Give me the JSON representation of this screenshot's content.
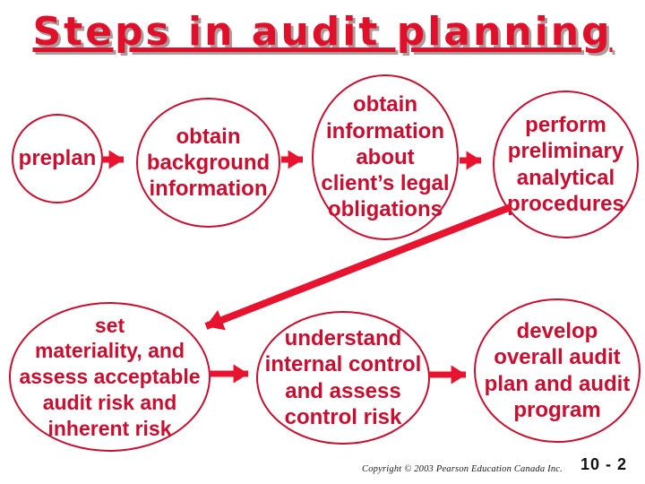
{
  "slide": {
    "title": "Steps in audit planning",
    "nodes": [
      {
        "id": "preplan",
        "label": "preplan"
      },
      {
        "id": "obtain-background",
        "label": "obtain\nbackground\ninformation"
      },
      {
        "id": "obtain-legal",
        "label": "obtain\ninformation\nabout\nclient’s legal\nobligations"
      },
      {
        "id": "perform-analytical",
        "label": "perform\npreliminary\nanalytical\nprocedures"
      },
      {
        "id": "set-materiality",
        "label": "set\nmateriality, and\nassess acceptable\naudit risk and\ninherent risk"
      },
      {
        "id": "understand-control",
        "label": "understand\ninternal control\nand assess\ncontrol risk"
      },
      {
        "id": "develop-program",
        "label": "develop\noverall audit\nplan and audit\nprogram"
      }
    ],
    "flow": [
      {
        "from": "preplan",
        "to": "obtain-background"
      },
      {
        "from": "obtain-background",
        "to": "obtain-legal"
      },
      {
        "from": "obtain-legal",
        "to": "perform-analytical"
      },
      {
        "from": "perform-analytical",
        "to": "set-materiality"
      },
      {
        "from": "set-materiality",
        "to": "understand-control"
      },
      {
        "from": "understand-control",
        "to": "develop-program"
      }
    ],
    "footer": {
      "copyright": "Copyright © 2003 Pearson Education Canada Inc.",
      "page_number": "10 - 2"
    },
    "colors": {
      "title_red": "#E0102A",
      "node_red": "#C90E2F",
      "arrow_red": "#E8132F",
      "title_shadow_gray": "#AB9B9B",
      "background": "#FFFFFF"
    }
  }
}
